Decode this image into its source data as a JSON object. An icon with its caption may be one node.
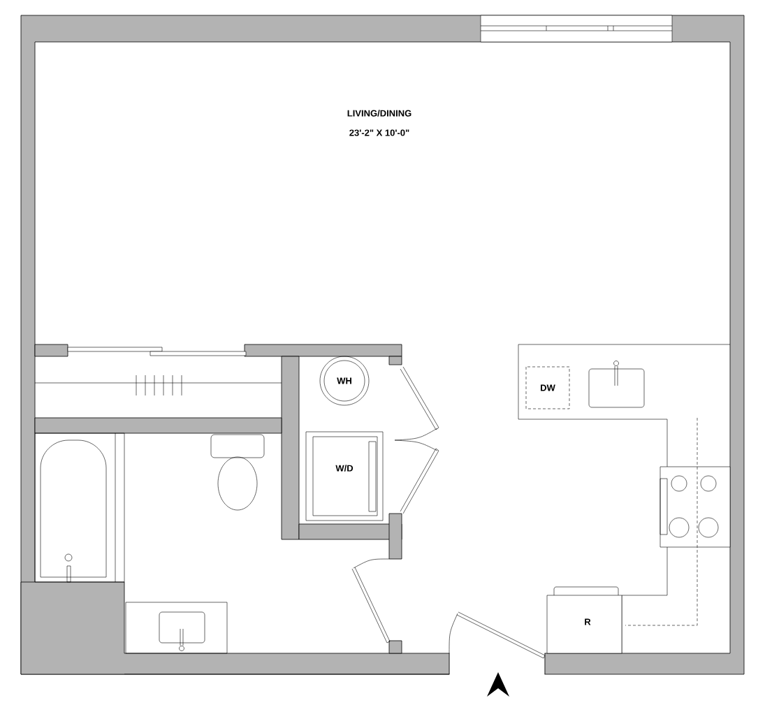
{
  "diagram": {
    "nodes": [
      {
        "text": [
          "WH"
        ]
      },
      {
        "text": [
          "W/D"
        ]
      },
      {
        "text": [
          "DW"
        ]
      },
      {
        "text": [
          "R"
        ]
      }
    ],
    "labels": [
      "LIVING/DINING",
      "23'-2\" X 10'-0\""
    ]
  }
}
